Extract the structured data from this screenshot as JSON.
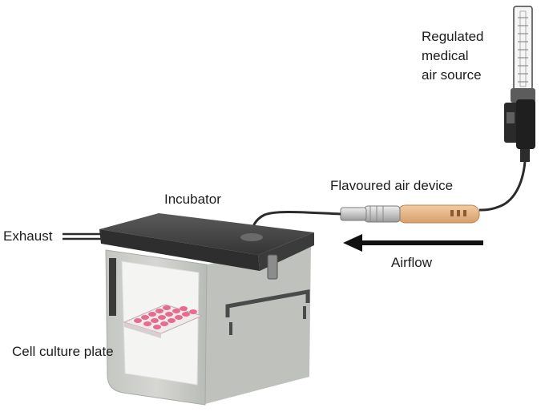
{
  "labels": {
    "air_source": [
      "Regulated",
      "medical",
      "air source"
    ],
    "device": "Flavoured air device",
    "incubator": "Incubator",
    "exhaust": "Exhaust",
    "airflow": "Airflow",
    "plate": "Cell culture plate"
  },
  "colors": {
    "tube": "#2b2b2b",
    "lid": "#4a4a4a",
    "body": "#cfd0cc",
    "window": "#f4f4f2",
    "well": "#e86a8f",
    "device_wood": "#e8b98c",
    "arrow": "#111111"
  },
  "icons": [
    "air-regulator-icon",
    "flavoured-air-device-icon",
    "incubator-icon",
    "cell-culture-plate-icon",
    "airflow-arrow-icon"
  ]
}
